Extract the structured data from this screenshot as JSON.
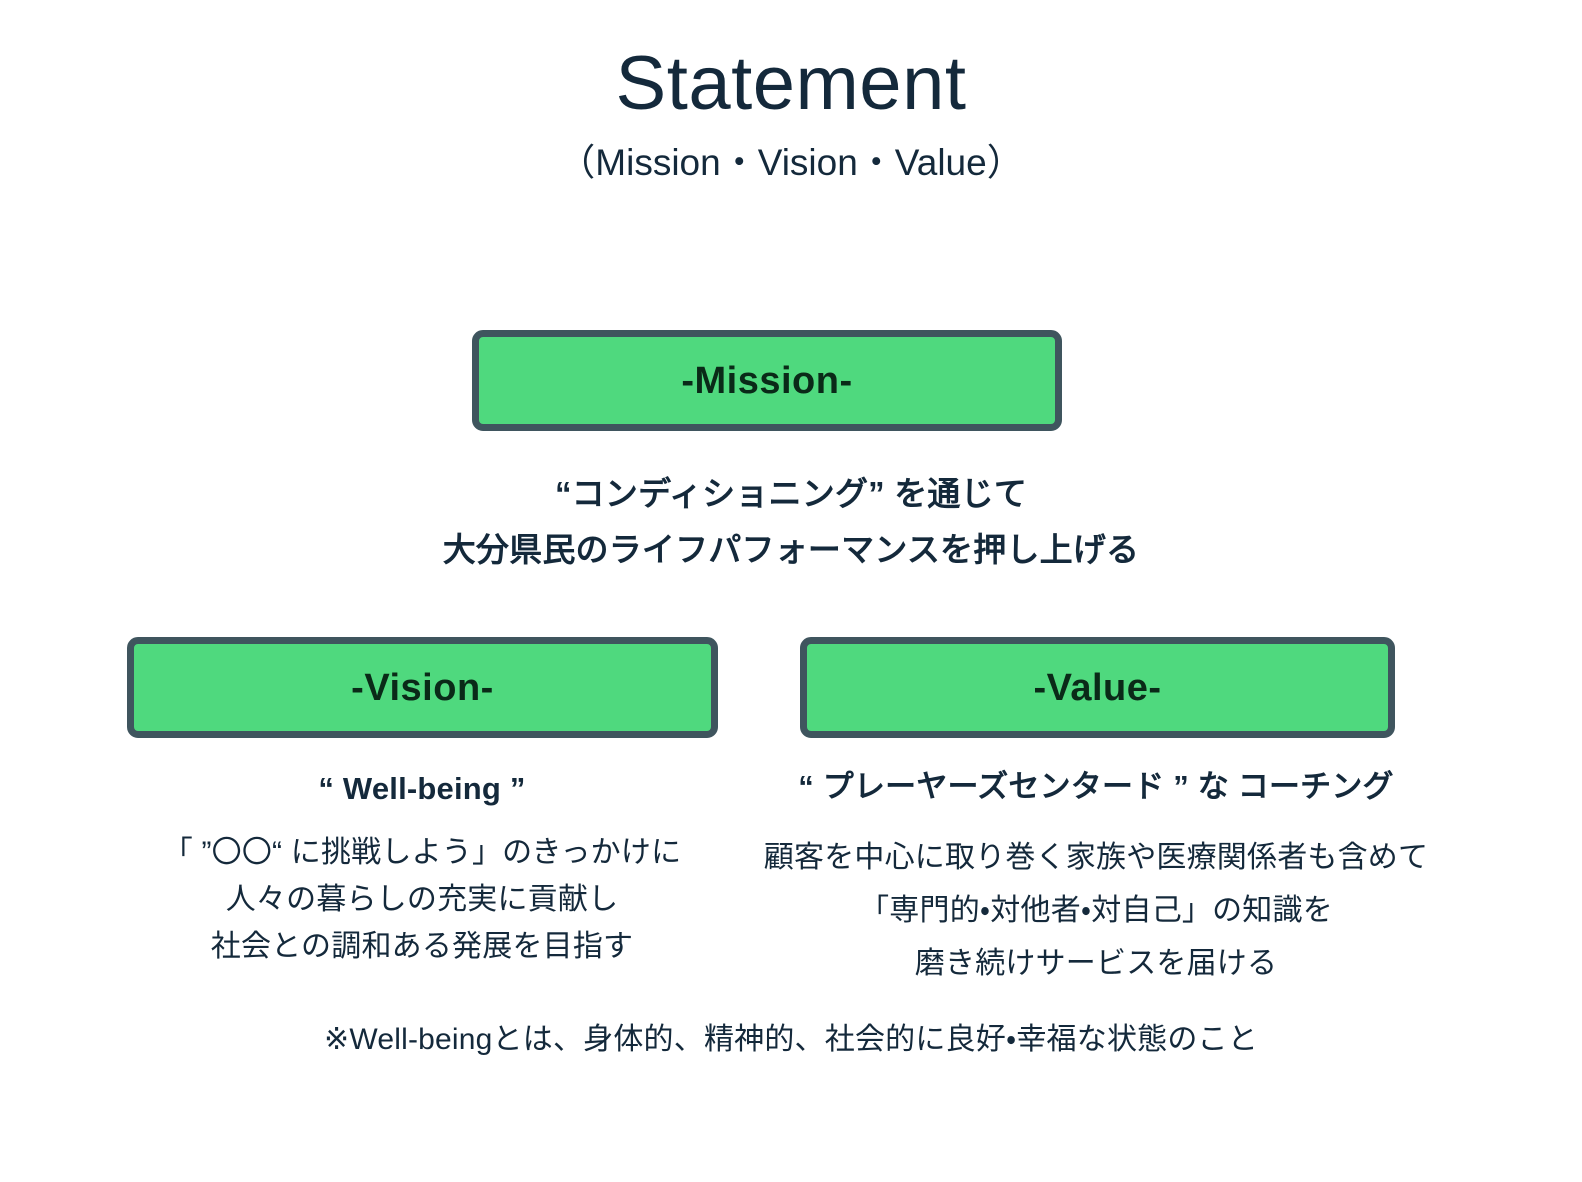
{
  "header": {
    "title": "Statement",
    "subtitle": "（Mission・Vision・Value）"
  },
  "colors": {
    "box_fill": "#4fd97e",
    "box_border": "#3f555e",
    "box_label_text": "#0a2a18",
    "text": "#14293b",
    "background": "#ffffff"
  },
  "mission": {
    "box_label": "-Mission-",
    "lines": [
      "“コンディショニング” を通じて",
      "大分県民のライフパフォーマンスを押し上げる"
    ]
  },
  "vision": {
    "box_label": "-Vision-",
    "heading": "“ Well-being ”",
    "lines": [
      "「 ”〇〇“ に挑戦しよう」のきっかけに",
      "人々の暮らしの充実に貢献し",
      "社会との調和ある発展を目指す"
    ]
  },
  "value": {
    "box_label": "-Value-",
    "heading": "“ プレーヤーズセンタード ” な コーチング",
    "lines": [
      "顧客を中心に取り巻く家族や医療関係者も含めて",
      "「専門的・対他者・対自己」の知識を",
      "磨き続けサービスを届ける"
    ]
  },
  "footnote": "※Well-beingとは、身体的、精神的、社会的に良好・幸福な状態のこと"
}
